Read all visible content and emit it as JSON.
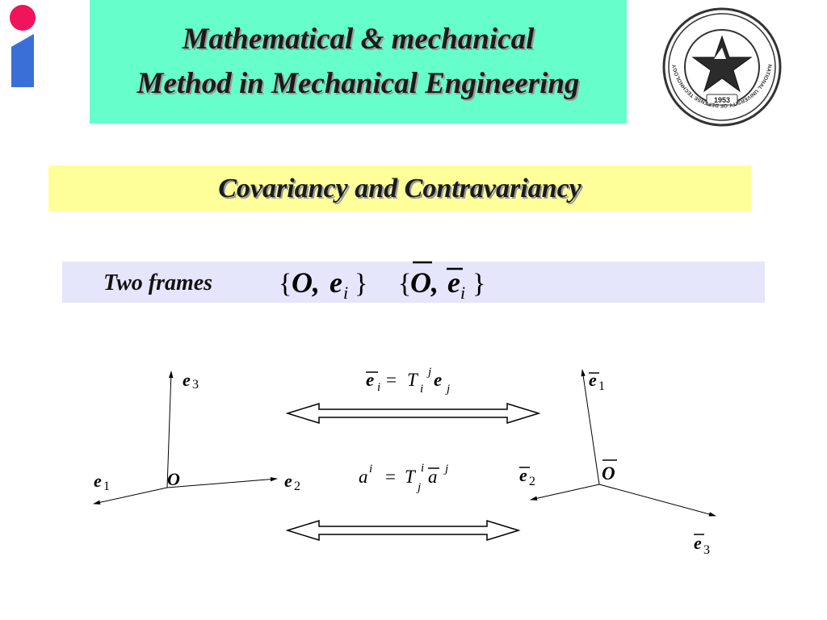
{
  "title": {
    "line1": "Mathematical & mechanical",
    "line2": "Method in Mechanical Engineering"
  },
  "subtitle": "Covariancy and Contravariancy",
  "frames": {
    "label": "Two frames",
    "frame1": {
      "open": "{",
      "origin": "O,",
      "basis": "e",
      "index": "i",
      "close": "}"
    },
    "frame2": {
      "open": "{",
      "origin": "O,",
      "basis": "e",
      "index": "i",
      "close": "}"
    }
  },
  "left_frame": {
    "origin": "O",
    "e1": {
      "base": "e",
      "sub": "1"
    },
    "e2": {
      "base": "e",
      "sub": "2"
    },
    "e3": {
      "base": "e",
      "sub": "3"
    }
  },
  "right_frame": {
    "origin": "O",
    "e1": {
      "base": "e",
      "sub": "1"
    },
    "e2": {
      "base": "e",
      "sub": "2"
    },
    "e3": {
      "base": "e",
      "sub": "3"
    }
  },
  "equation1": {
    "lhs": "e",
    "lhs_sub": "i",
    "equals": "=",
    "T": "T",
    "T_sub": "i",
    "T_sup": "j",
    "rhs": "e",
    "rhs_sub": "j"
  },
  "equation2": {
    "lhs": "a",
    "lhs_sup": "i",
    "equals": "=",
    "T": "T",
    "T_sub": "j",
    "T_sup": "i",
    "rhs": "a",
    "rhs_sup": "j"
  },
  "seal": {
    "year": "1953",
    "ring_text": "NATIONAL UNIVERSITY OF DEFENSE TECHNOLOGY"
  },
  "colors": {
    "title_bg": "#66ffcc",
    "subtitle_bg": "#ffff99",
    "frames_bg": "#e5e5fb",
    "logo_pink": "#f0145a",
    "logo_blue": "#3a6fd8"
  }
}
